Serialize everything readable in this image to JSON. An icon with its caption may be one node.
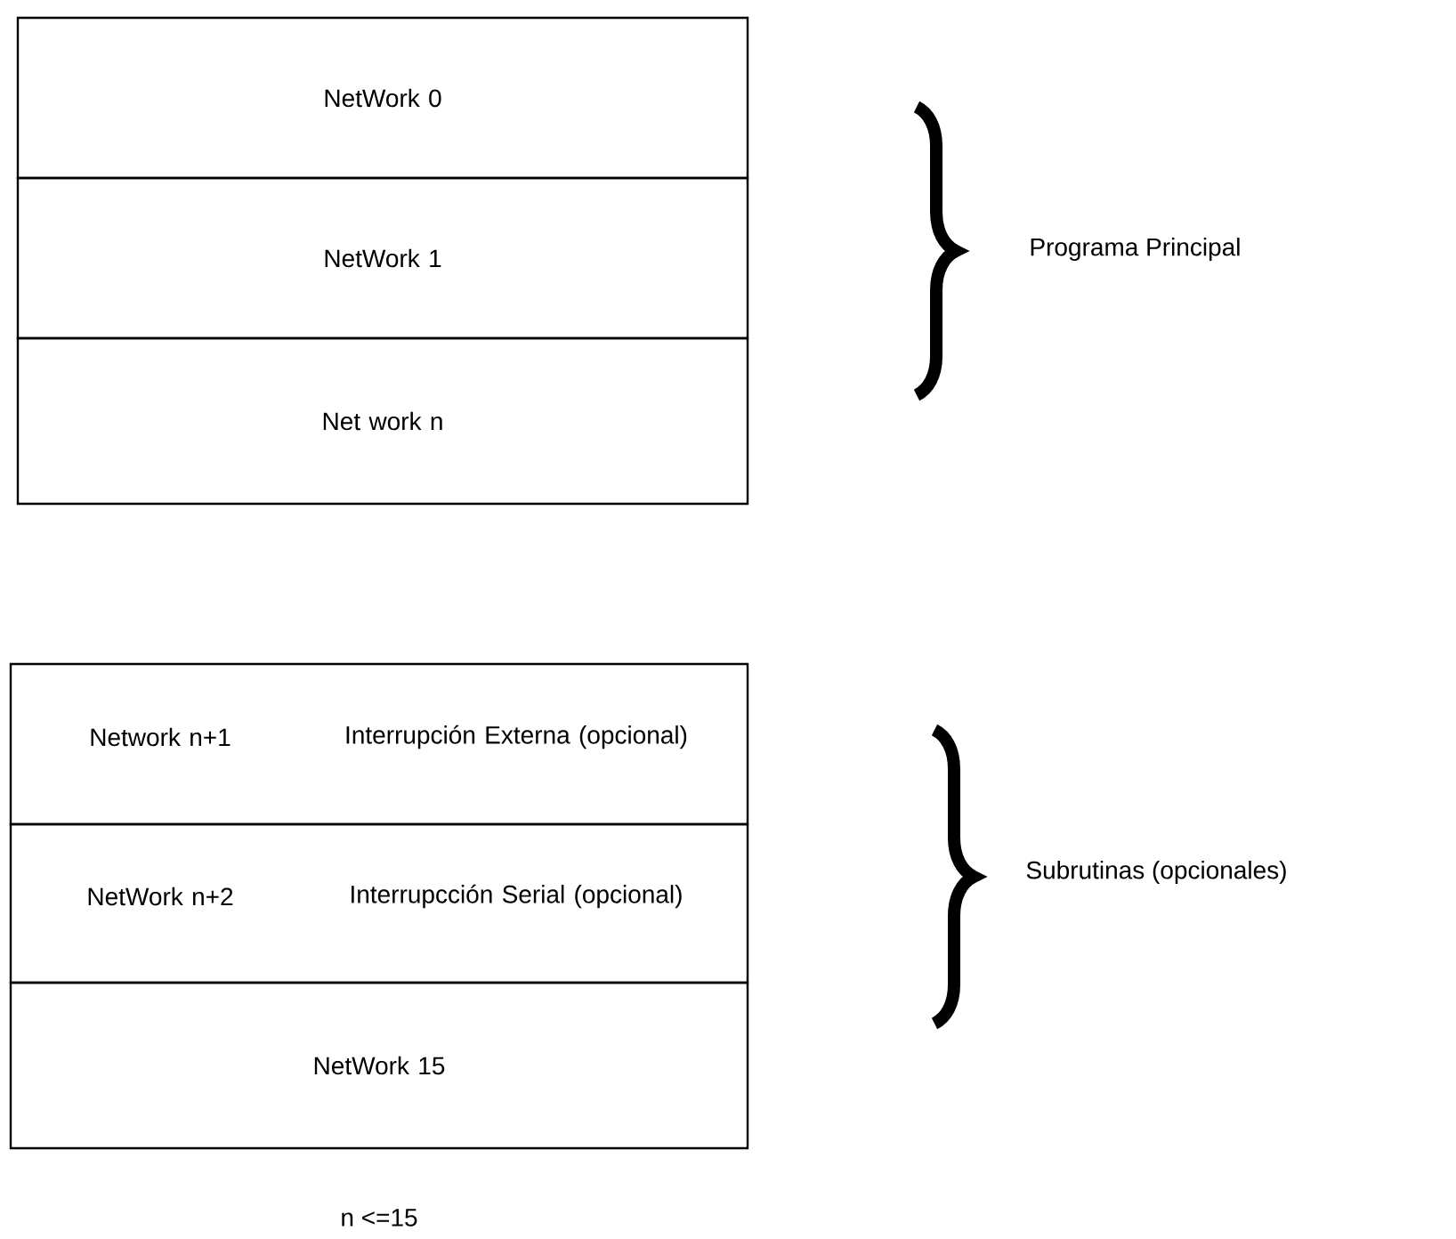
{
  "diagram": {
    "nodes": [
      {
        "text": [
          "NetWork 0"
        ]
      },
      {
        "text": [
          "NetWork 1"
        ]
      },
      {
        "text": [
          "Net work n"
        ]
      },
      {
        "text": [
          "Network n+1",
          "Interrupción Externa (opcional)"
        ]
      },
      {
        "text": [
          "NetWork n+2",
          "Interrupcción Serial (opcional)"
        ]
      },
      {
        "text": [
          "NetWork 15"
        ]
      }
    ],
    "labels": [
      "Programa Principal",
      "Subrutinas (opcionales)",
      "n <=15"
    ]
  }
}
